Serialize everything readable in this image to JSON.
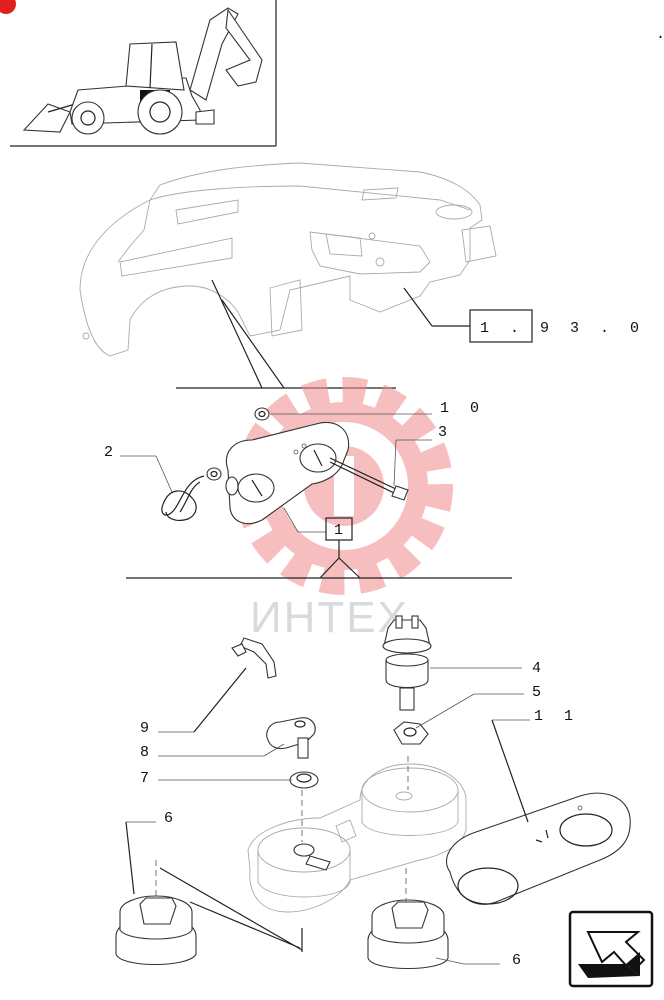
{
  "reference_box": {
    "label": "1 . 9 3 . 0"
  },
  "group_box": {
    "label": "1"
  },
  "watermark": {
    "text": "ИНТЕХ",
    "color": "#f08080"
  },
  "top_right_mark": ".",
  "callouts": {
    "c10": "1 0",
    "c3": "3",
    "c2": "2",
    "c4": "4",
    "c5": "5",
    "c11": "1 1",
    "c9": "9",
    "c8": "8",
    "c7": "7",
    "c6a": "6",
    "c6b": "6"
  },
  "nav": {
    "icon": "next-page-arrow-icon"
  },
  "colors": {
    "badge": "#e0201e",
    "watermark_gear": "#f08a8a",
    "nav_border": "#111111"
  }
}
